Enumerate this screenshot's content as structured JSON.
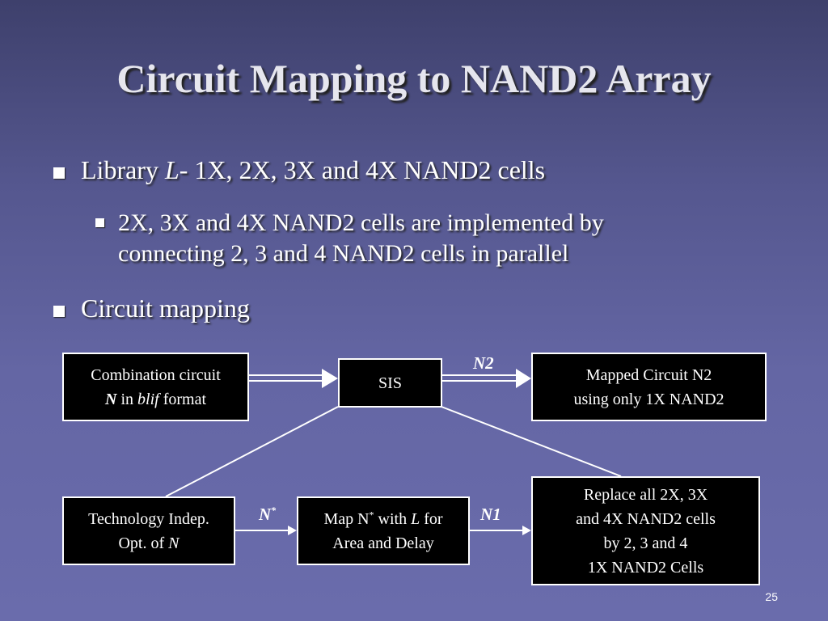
{
  "title": "Circuit Mapping to NAND2 Array",
  "bullets": {
    "b1_pre": "Library ",
    "b1_L": "L",
    "b1_post": "- 1X, 2X, 3X and 4X NAND2 cells",
    "b1_sub_line1": "2X, 3X and 4X NAND2 cells are implemented by",
    "b1_sub_line2": "connecting 2, 3 and 4 NAND2 cells in parallel",
    "b2": "Circuit mapping"
  },
  "diagram": {
    "combo_l1": "Combination circuit",
    "combo_N": "N",
    "combo_in": " in ",
    "combo_blif": "blif",
    "combo_fmt": " format",
    "sis": "SIS",
    "mapped_l1": "Mapped Circuit N2",
    "mapped_l2": "using only 1X NAND2",
    "tech_l1": "Technology Indep.",
    "tech_l2": "Opt. of ",
    "tech_N": "N",
    "map_a": "Map N",
    "map_star": "*",
    "map_b": " with ",
    "map_L": "L",
    "map_c": " for",
    "map_l2": "Area and Delay",
    "rep_l1": "Replace all 2X, 3X",
    "rep_l2": "and 4X NAND2 cells",
    "rep_l3": "by 2, 3 and 4",
    "rep_l4": "1X NAND2 Cells",
    "label_n2": "N2",
    "label_nstar": "N",
    "label_nstar_sup": "*",
    "label_n1": "N1"
  },
  "page_number": "25"
}
